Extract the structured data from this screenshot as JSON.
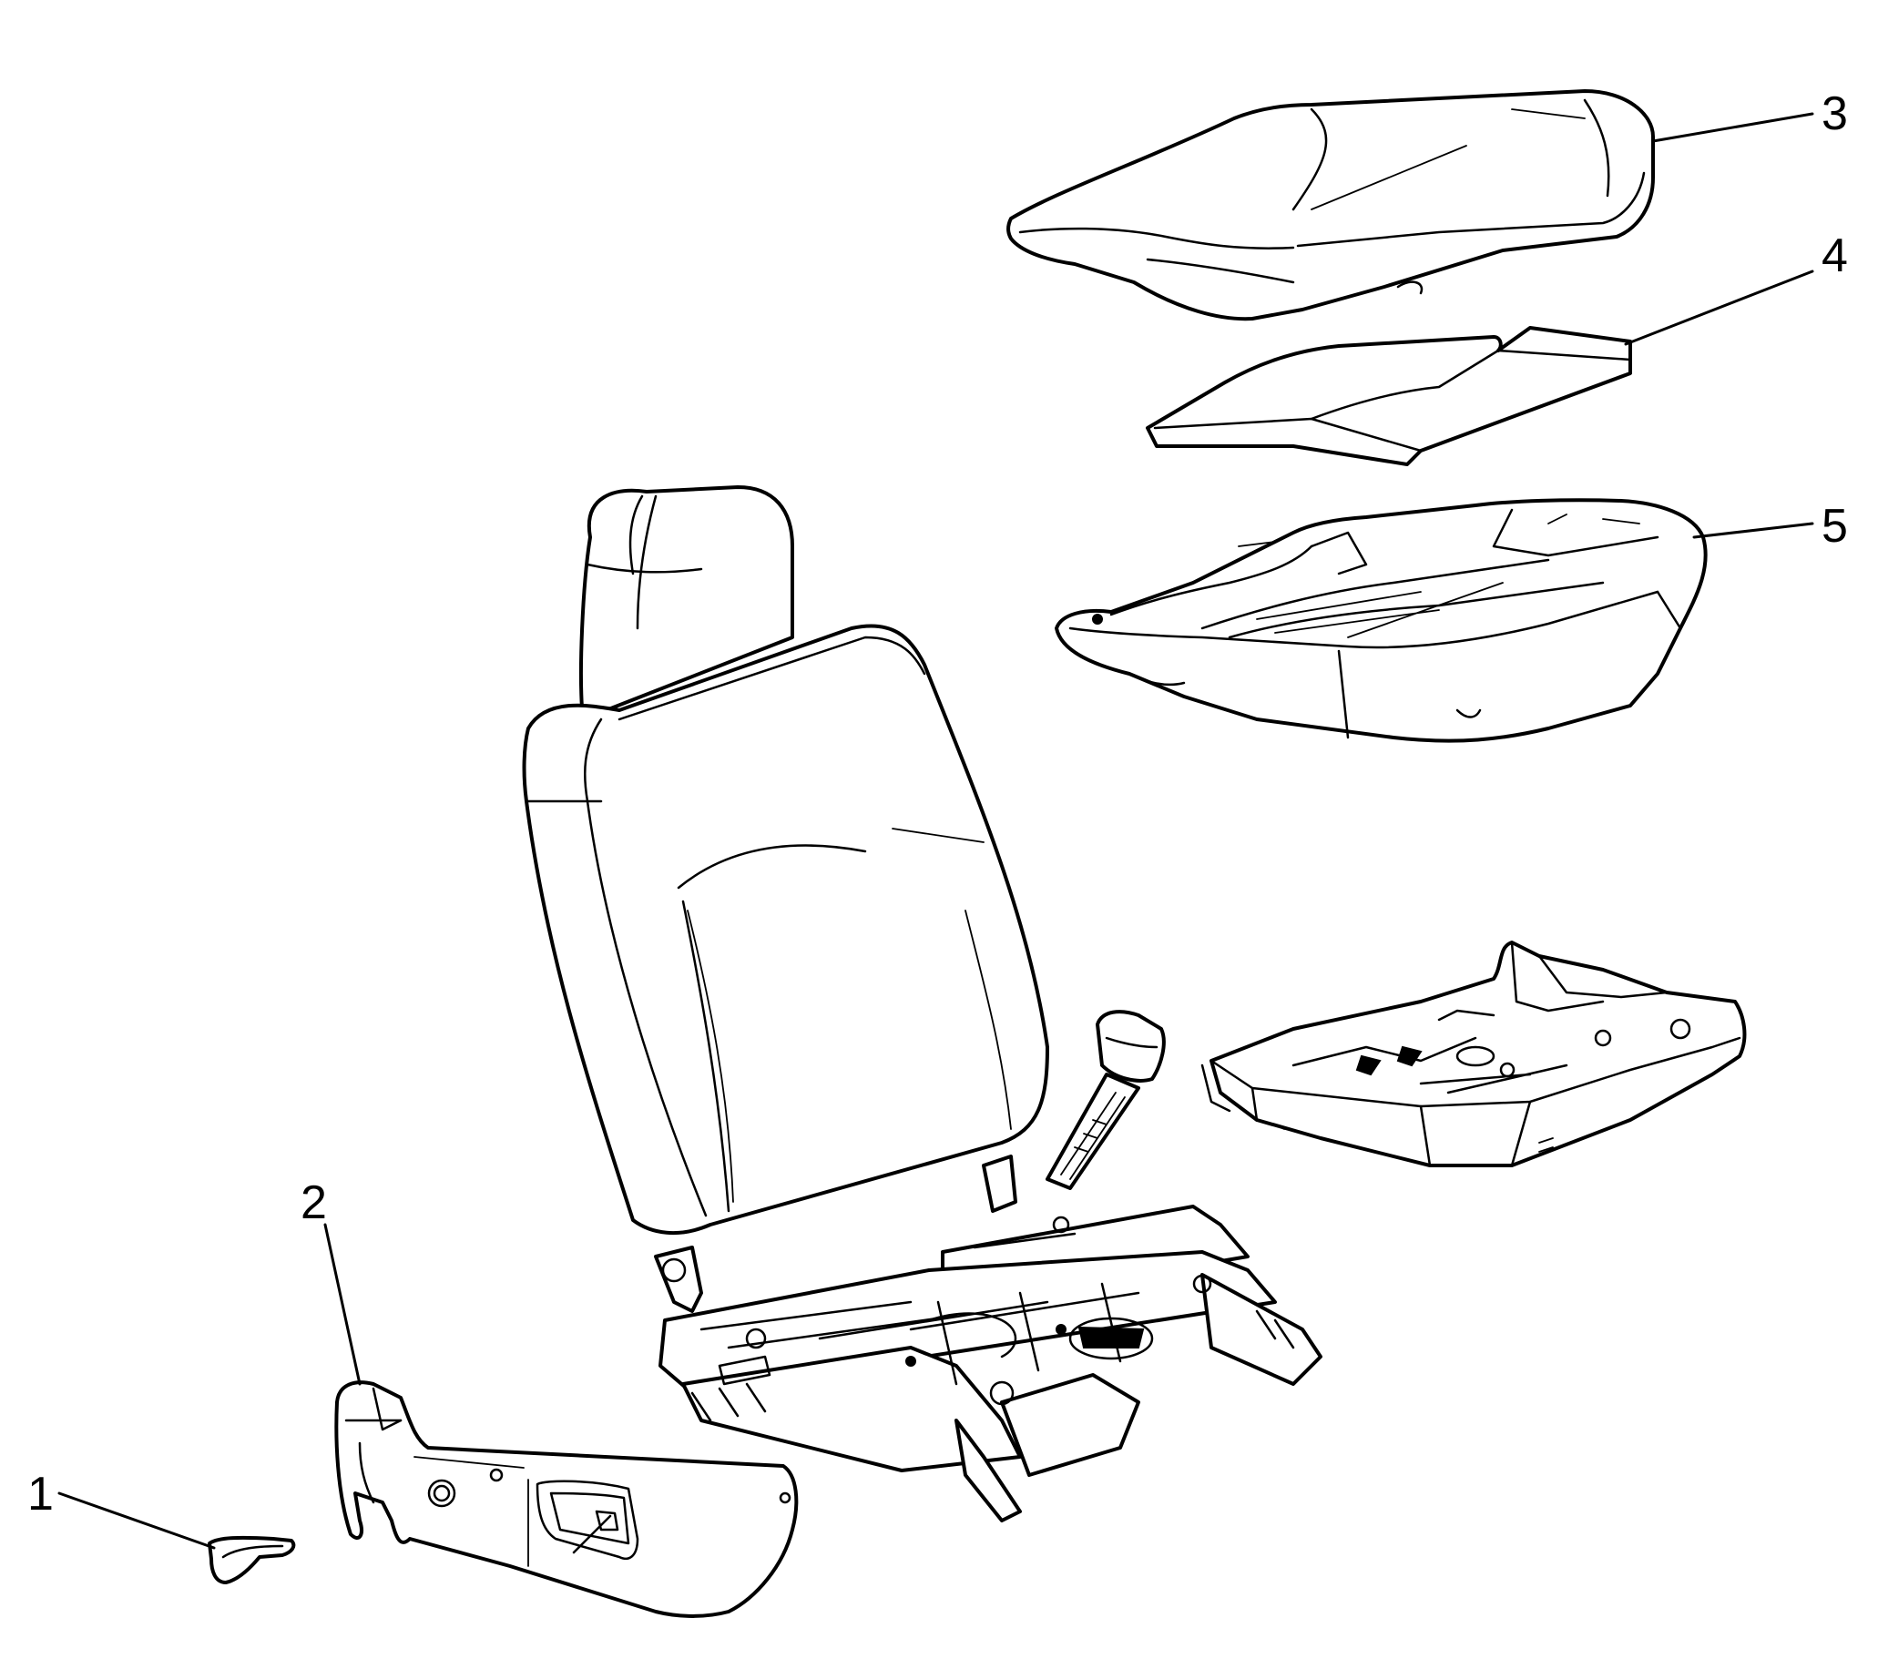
{
  "diagram": {
    "callouts": [
      {
        "id": "1",
        "label": "1"
      },
      {
        "id": "2",
        "label": "2"
      },
      {
        "id": "3",
        "label": "3"
      },
      {
        "id": "4",
        "label": "4"
      },
      {
        "id": "5",
        "label": "5"
      }
    ],
    "icons": [
      "recliner-lever-icon",
      "seat-side-trim-panel-icon",
      "seat-cushion-cover-icon",
      "seat-cushion-pad-icon",
      "seat-cushion-frame-icon",
      "seat-back-icon",
      "headrest-icon",
      "seat-adjuster-track-icon",
      "seat-belt-buckle-icon",
      "seat-pan-icon"
    ],
    "colors": {
      "line": "#000000",
      "background": "#ffffff"
    }
  }
}
